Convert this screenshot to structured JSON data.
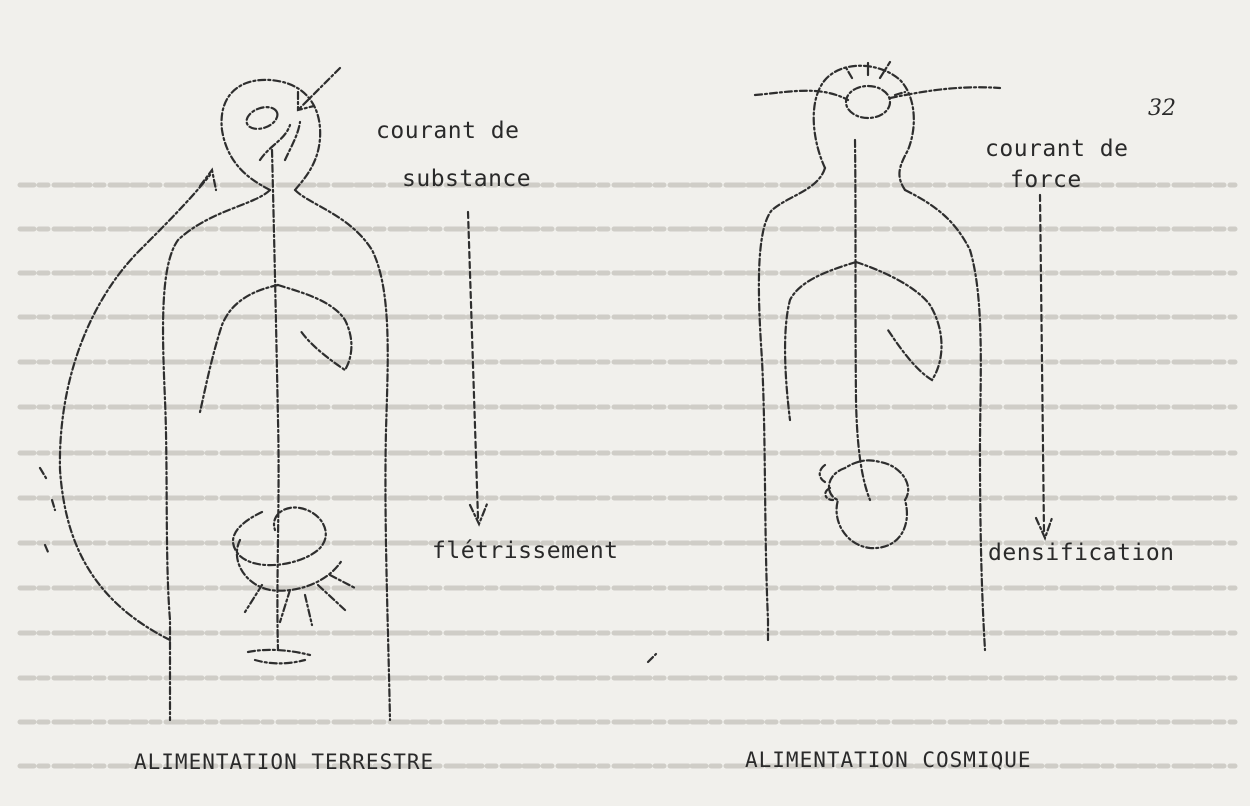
{
  "page_number": "32",
  "left_figure": {
    "label_top_line1": "courant de",
    "label_top_line2": "substance",
    "label_bottom": "flétrissement",
    "caption": "ALIMENTATION TERRESTRE"
  },
  "right_figure": {
    "label_top_line1": "courant de",
    "label_top_line2": "force",
    "label_bottom": "densification",
    "caption": "ALIMENTATION COSMIQUE"
  },
  "colors": {
    "ink": "#2a2a2a",
    "paper": "#f1f0ec",
    "bleed": "#c9c8c3"
  }
}
